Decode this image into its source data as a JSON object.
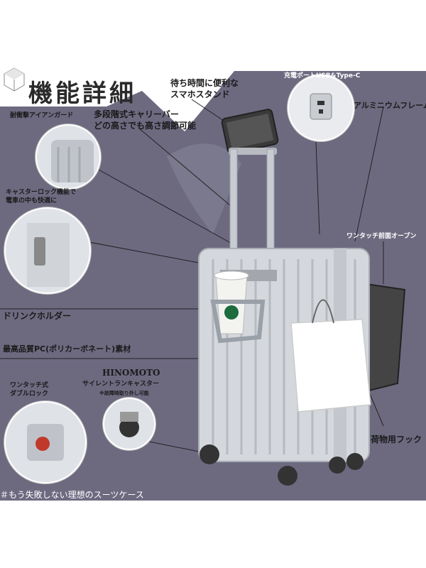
{
  "title": "機能詳細",
  "features": {
    "shock": "耐衝撃アイアンガード",
    "stand_line1": "待ち時間に便利な",
    "stand_line2": "スマホスタンド",
    "usb": "充電ポートUSB&Type-C",
    "aluminum": "アルミニウムフレーム",
    "carry_line1": "多段階式キャリーバー",
    "carry_line2": "どの高さでも高さ調節可能",
    "caster_lock_line1": "キャスターロック機能で",
    "caster_lock_line2": "電車の中も快適に",
    "front_open": "ワンタッチ前面オープン",
    "drink": "ドリンクホルダー",
    "pc": "最高品質PC(ポリカーボネート)素材",
    "lock_line1": "ワンタッチ式",
    "lock_line2": "ダブルロック",
    "brand": "HINOMOTO",
    "caster_name": "サイレントランキャスター",
    "caster_note": "※故障時取り外し可能",
    "hook": "荷物用フック"
  },
  "footer": "＃もう失敗しない理想のスーツケース",
  "colors": {
    "background_panel": "#6d6a80",
    "suitcase": "#d4d7dc",
    "text": "#1a1a1a"
  }
}
